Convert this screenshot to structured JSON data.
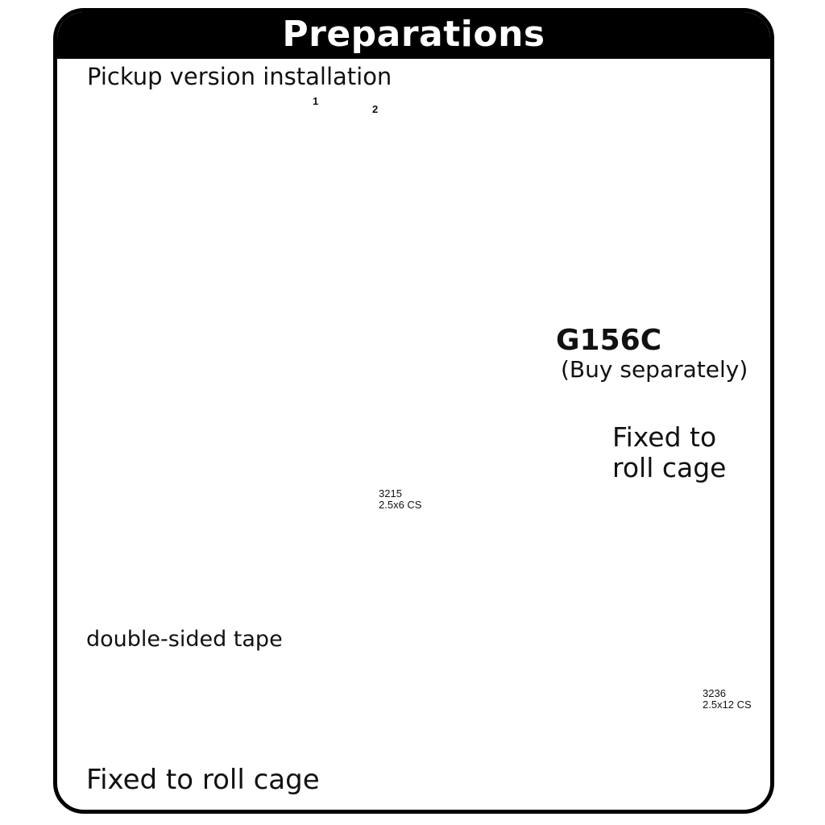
{
  "header": {
    "title": "Preparations"
  },
  "pickup": {
    "subtitle": "Pickup version installation",
    "cut_line_1": "1",
    "cut_line_2": "2"
  },
  "part": {
    "code": "G156C",
    "note": "(Buy separately)"
  },
  "labels": {
    "fixed_right": "Fixed to\nroll cage",
    "tape": "double-sided tape",
    "fixed_bottom": "Fixed to roll cage"
  },
  "screws": [
    {
      "code": "3215",
      "spec": "2.5x6 CS"
    },
    {
      "code": "3236",
      "spec": "2.5x12 CS"
    }
  ],
  "icons": [
    "scissors-icon",
    "arrow-icon",
    "screw-icon",
    "tape-roll-icon"
  ],
  "colors": {
    "frame": "#000000",
    "arrow": "#9a9a9a",
    "header_text": "#ffffff"
  }
}
